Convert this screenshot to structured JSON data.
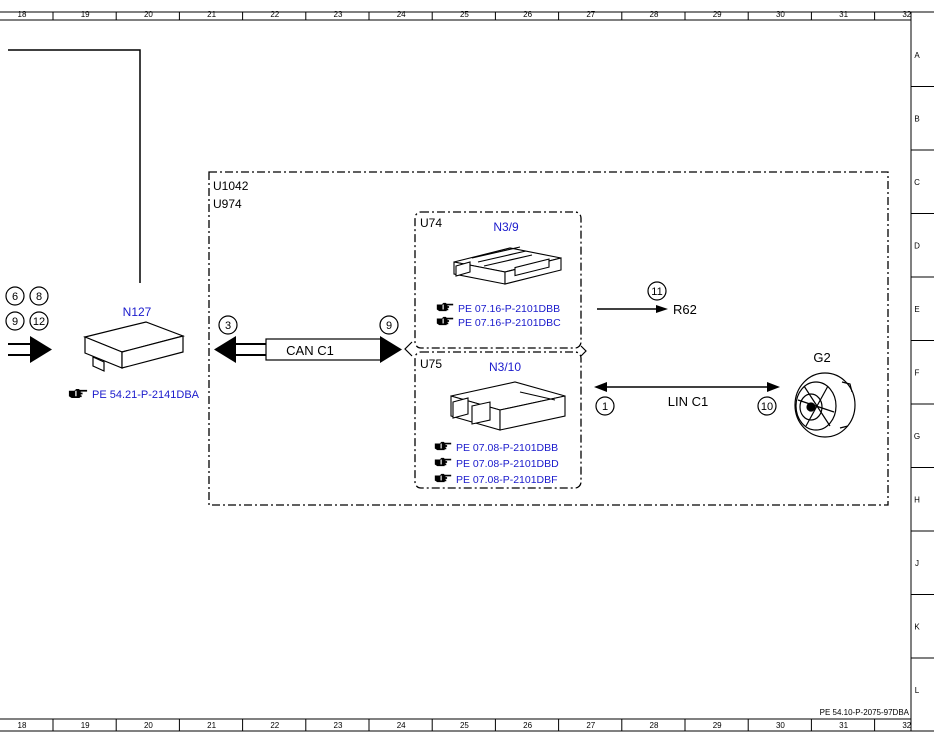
{
  "frame": {
    "columns": [
      "18",
      "19",
      "20",
      "21",
      "22",
      "23",
      "24",
      "25",
      "26",
      "27",
      "28",
      "29",
      "30",
      "31",
      "32"
    ],
    "rows": [
      "A",
      "B",
      "C",
      "D",
      "E",
      "F",
      "G",
      "H",
      "J",
      "K",
      "L"
    ],
    "document_id": "PE 54.10-P-2075-97DBA"
  },
  "colors": {
    "text": "#000000",
    "reference_link": "#1a1acc"
  },
  "icons": {
    "reference": "pointing-hand-icon"
  },
  "groups": {
    "outer_label_1": "U1042",
    "outer_label_2": "U974",
    "upper_label": "U74",
    "lower_label": "U75"
  },
  "components": {
    "n127": {
      "name": "N127",
      "refs": [
        "PE 54.21-P-2141DBA"
      ]
    },
    "n3_9": {
      "name": "N3/9",
      "refs": [
        "PE 07.16-P-2101DBB",
        "PE 07.16-P-2101DBC"
      ]
    },
    "n3_10": {
      "name": "N3/10",
      "refs": [
        "PE 07.08-P-2101DBB",
        "PE 07.08-P-2101DBD",
        "PE 07.08-P-2101DBF"
      ]
    },
    "g2": {
      "name": "G2"
    }
  },
  "connections": {
    "left_circles": [
      "6",
      "8",
      "9",
      "12"
    ],
    "can": {
      "label": "CAN C1",
      "left_circle": "3",
      "right_circle": "9"
    },
    "r62": {
      "label": "R62",
      "circle": "11"
    },
    "lin": {
      "label": "LIN C1",
      "left_circle": "1",
      "right_circle": "10"
    }
  }
}
